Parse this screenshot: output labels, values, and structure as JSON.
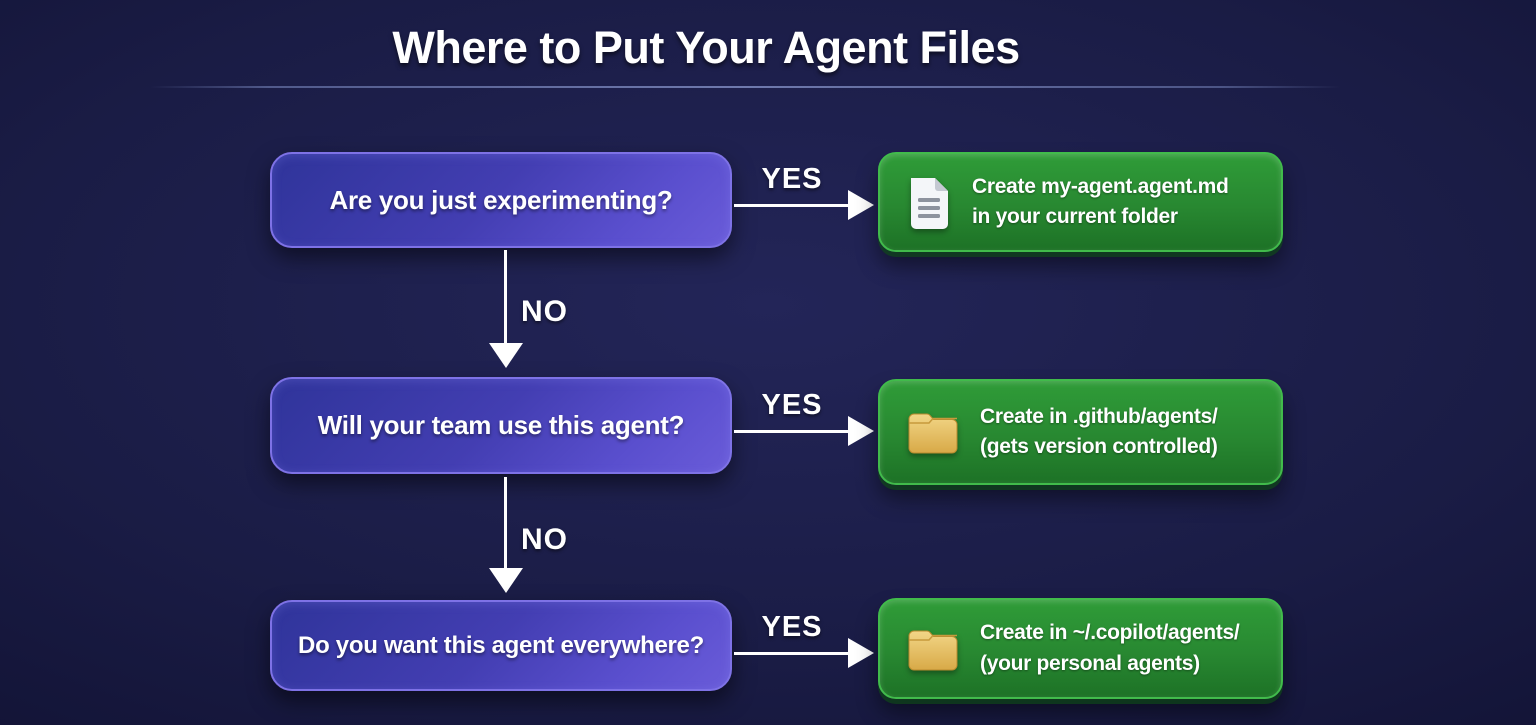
{
  "title": "Where to Put Your Agent Files",
  "flowchart": {
    "rows": [
      {
        "question": "Are you just experimenting?",
        "yes_label": "YES",
        "result": {
          "icon": "document-icon",
          "line1": "Create my-agent.agent.md",
          "line2": "in your current folder"
        }
      },
      {
        "question": "Will your team use this agent?",
        "yes_label": "YES",
        "result": {
          "icon": "folder-icon",
          "line1": "Create in .github/agents/",
          "line2": "(gets version controlled)"
        }
      },
      {
        "question": "Do you want this agent everywhere?",
        "yes_label": "YES",
        "result": {
          "icon": "folder-icon",
          "line1": "Create in ~/.copilot/agents/",
          "line2": "(your personal agents)"
        }
      }
    ],
    "no_labels": [
      "NO",
      "NO"
    ]
  },
  "colors": {
    "background_center": "#232558",
    "background_edge": "#0a0b23",
    "question_box_top": "#2f349a",
    "question_box_bottom": "#6a5cd9",
    "question_box_border": "#7e72e6",
    "result_box_top": "#2f9c38",
    "result_box_bottom": "#1d7226",
    "result_box_border": "#41bb4b",
    "arrow": "#ffffff",
    "title_text": "#ffffff",
    "folder_icon": "#e9c566",
    "document_icon": "#f2f4f7"
  }
}
